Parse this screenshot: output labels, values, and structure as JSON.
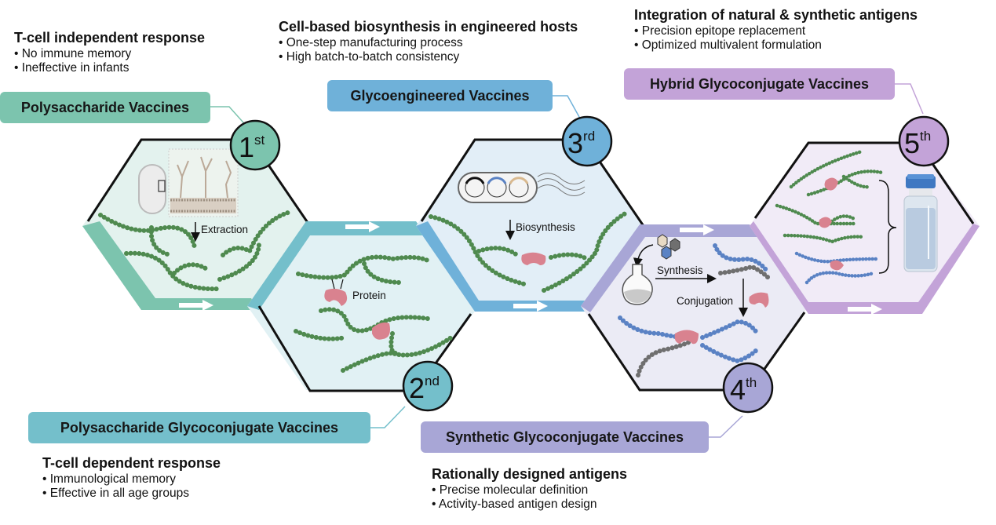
{
  "title": "Generations of glycoconjugate vaccines",
  "colors": {
    "gen1": "#7cc4ae",
    "gen1_fill": "#e3f2ee",
    "gen2": "#74bfcb",
    "gen2_fill": "#e1f1f4",
    "gen3": "#6fb1d9",
    "gen3_fill": "#e2eef7",
    "gen4": "#a8a6d6",
    "gen4_fill": "#ebebf5",
    "gen5": "#c3a3d8",
    "gen5_fill": "#f1ebf7",
    "glycan_green": "#4f8a4f",
    "glycan_blue": "#5a82c4",
    "glycan_gray": "#6f6f6f",
    "glycan_beige": "#e8dac4",
    "protein": "#d9828f"
  },
  "generations": [
    {
      "number": "1",
      "suffix": "st",
      "label": "Polysaccharide Vaccines",
      "heading": "T-cell independent response",
      "bullets": [
        "• No immune memory",
        "• Ineffective in infants"
      ],
      "process_label": "Extraction"
    },
    {
      "number": "2",
      "suffix": "nd",
      "label": "Polysaccharide Glycoconjugate Vaccines",
      "heading": "T-cell dependent response",
      "bullets": [
        "• Immunological memory",
        "• Effective in all age groups"
      ],
      "process_label": "Protein"
    },
    {
      "number": "3",
      "suffix": "rd",
      "label": "Glycoengineered Vaccines",
      "heading": "Cell-based biosynthesis in engineered hosts",
      "bullets": [
        "• One-step manufacturing process",
        "• High batch-to-batch consistency"
      ],
      "process_label": "Biosynthesis"
    },
    {
      "number": "4",
      "suffix": "th",
      "label": "Synthetic Glycoconjugate Vaccines",
      "heading": "Rationally designed antigens",
      "bullets": [
        "• Precise molecular definition",
        "• Activity-based antigen design"
      ],
      "process_labels": [
        "Synthesis",
        "Conjugation"
      ]
    },
    {
      "number": "5",
      "suffix": "th",
      "label": "Hybrid Glycoconjugate Vaccines",
      "heading": "Integration of natural & synthetic antigens",
      "bullets": [
        "• Precision epitope replacement",
        "• Optimized multivalent formulation"
      ]
    }
  ]
}
